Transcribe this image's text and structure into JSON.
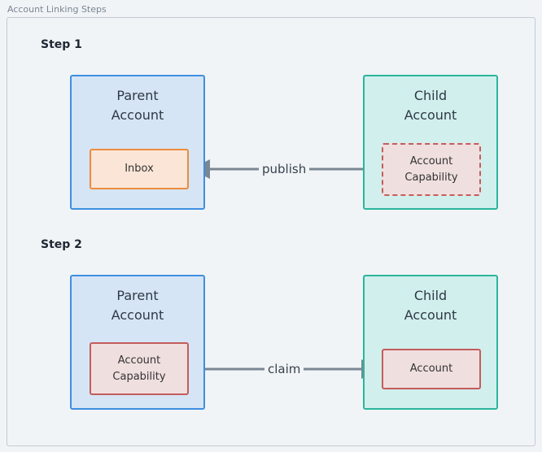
{
  "title": "Account Linking Steps",
  "step1": {
    "label": "Step 1",
    "parent": "Parent Account",
    "child": "Child Account",
    "parent_box": "Inbox",
    "child_box": "Account Capability",
    "arrow": "publish"
  },
  "step2": {
    "label": "Step 2",
    "parent": "Parent Account",
    "child": "Child Account",
    "parent_box": "Account Capability",
    "child_box": "Account",
    "arrow": "claim"
  }
}
